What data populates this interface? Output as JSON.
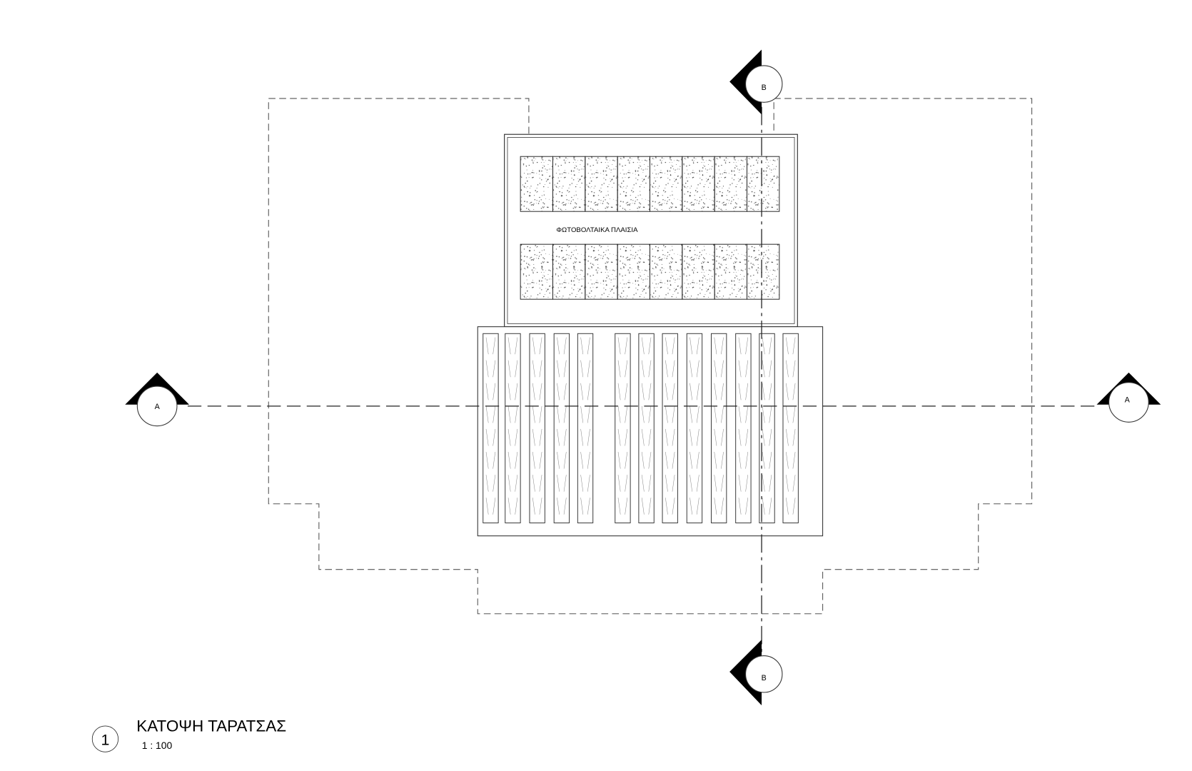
{
  "drawing": {
    "view_number": "1",
    "title": "ΚΑΤΟΨΗ ΤΑΡΑΤΣΑΣ",
    "scale": "1 : 100",
    "pv_label": "ΦΩΤΟΒΟΛΤΑΙΚΑ ΠΛΑΙΣΙΑ",
    "section_a": "A",
    "section_b": "B",
    "pv_rows": 2,
    "pv_panels_per_row": 8,
    "slat_count": 13
  }
}
